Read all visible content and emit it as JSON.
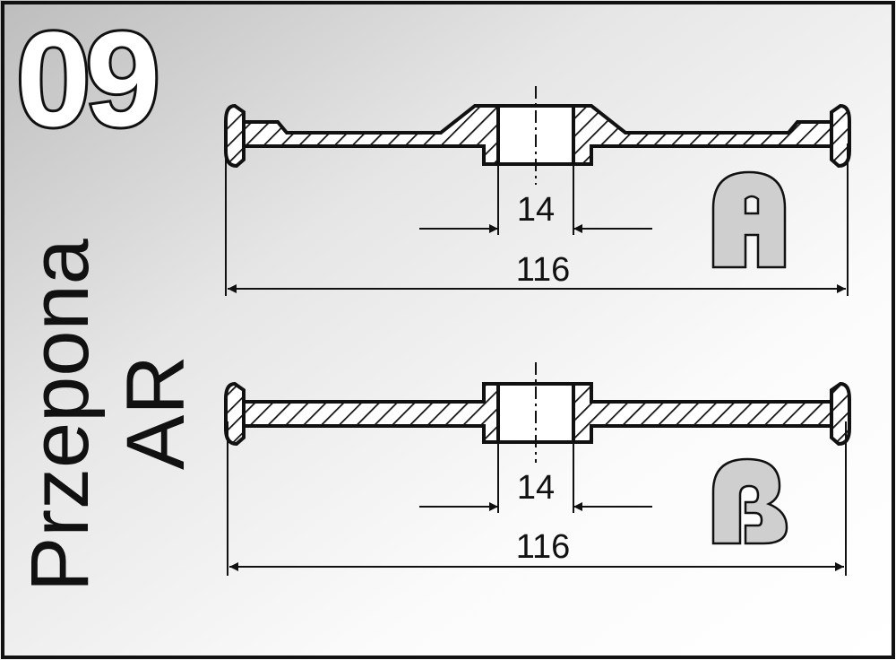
{
  "sheet_number": "09",
  "side_title": {
    "line1": "Przepona",
    "line2": "AR"
  },
  "views": [
    {
      "variant_letter": "A",
      "bore_dimension": "14",
      "overall_dimension": "116"
    },
    {
      "variant_letter": "B",
      "bore_dimension": "14",
      "overall_dimension": "116"
    }
  ],
  "colors": {
    "ink": "#111111",
    "panel_gray": "#c8c8c8",
    "badge_gray": "#cfcfcf",
    "paper": "#ffffff"
  }
}
